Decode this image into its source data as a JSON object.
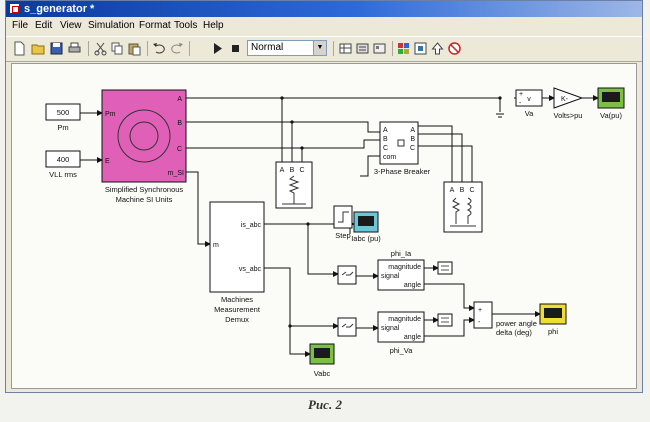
{
  "window": {
    "title": "s_generator *"
  },
  "menu": [
    "File",
    "Edit",
    "View",
    "Simulation",
    "Format",
    "Tools",
    "Help"
  ],
  "toolbar": {
    "buttons": [
      "new-icon",
      "open-icon",
      "save-icon",
      "print-icon",
      "cut-icon",
      "copy-icon",
      "paste-icon",
      "undo-icon",
      "redo-icon",
      "start-icon",
      "stop-icon",
      "library-icon",
      "model-icon",
      "debug-icon",
      "explorer-icon"
    ],
    "sim_mode": "Normal"
  },
  "diagram": {
    "pm_const": {
      "value": "500",
      "label": "Pm"
    },
    "vll_const": {
      "value": "400",
      "label": "VLL rms"
    },
    "machine": {
      "label_line1": "Simplified Synchronous",
      "label_line2": "Machine SI Units",
      "in_pm": "Pm",
      "in_e": "E",
      "out_a": "A",
      "out_b": "B",
      "out_c": "C",
      "out_m": "m_SI",
      "color": "#e060b8"
    },
    "breaker": {
      "label": "3-Phase Breaker",
      "in_a": "A",
      "in_b": "B",
      "in_c": "C",
      "in_com": "com",
      "out_a": "A",
      "out_b": "B",
      "out_c": "C"
    },
    "step": {
      "label": "Step"
    },
    "load1": {
      "port_a": "A",
      "port_b": "B",
      "port_c": "C"
    },
    "load2": {
      "port_a": "A",
      "port_b": "B",
      "port_c": "C"
    },
    "va_meas": {
      "label": "Va",
      "plus": "+",
      "v": "v",
      "minus": "-"
    },
    "gain": {
      "value": "K-",
      "label": "Volts>pu"
    },
    "scope_va": {
      "label": "Va(pu)",
      "color": "#7ac143"
    },
    "demux": {
      "label_line1": "Machines",
      "label_line2": "Measurement",
      "label_line3": "Demux",
      "in_m": "m",
      "out_is": "is_abc",
      "out_vs": "vs_abc"
    },
    "scope_iabc": {
      "label": "Iabc (pu)",
      "color": "#6cc6d8"
    },
    "scope_vabc": {
      "label": "Vabc",
      "color": "#7ac143"
    },
    "scope_phi": {
      "label": "phi",
      "color": "#eedd33"
    },
    "fourier_ia": {
      "label": "phi_Ia",
      "signal": "signal",
      "magnitude": "magnitude",
      "angle": "angle"
    },
    "fourier_va": {
      "label": "phi_Va",
      "signal": "signal",
      "magnitude": "magnitude",
      "angle": "angle"
    },
    "sum": {
      "plus": "+",
      "minus": "-"
    },
    "power_angle_label_line1": "power angle",
    "power_angle_label_line2": "delta (deg)"
  },
  "caption": "Рис. 2"
}
